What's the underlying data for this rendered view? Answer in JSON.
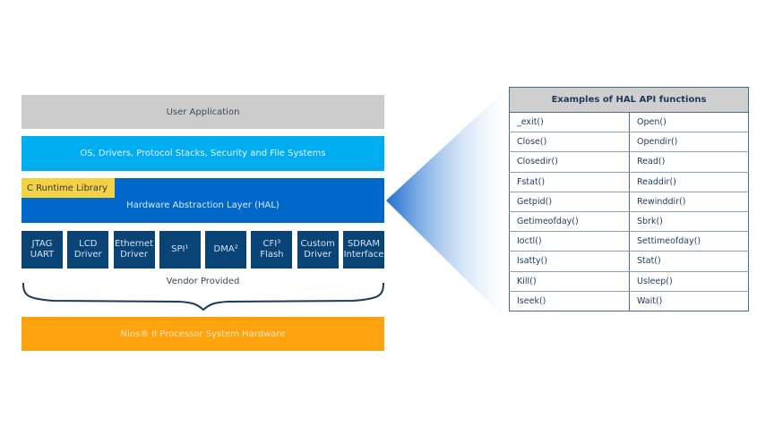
{
  "stack": {
    "user_application": "User Application",
    "os_layer": "OS, Drivers, Protocol Stacks, Security and File Systems",
    "c_runtime_library": "C Runtime Library",
    "hal_layer": "Hardware Abstraction Layer (HAL)",
    "drivers": [
      {
        "label": "JTAG\nUART"
      },
      {
        "label": "LCD\nDriver"
      },
      {
        "label": "Ethernet\nDriver"
      },
      {
        "label": "SPI¹"
      },
      {
        "label": "DMA²"
      },
      {
        "label": "CFI³\nFlash"
      },
      {
        "label": "Custom\nDriver"
      },
      {
        "label": "SDRAM\nInterface"
      }
    ],
    "vendor_provided": "Vendor Provided",
    "hardware": "Nios® II Processor System Hardware"
  },
  "colors": {
    "user_application": "#cccccc",
    "os_layer": "#00adef",
    "hal_layer": "#0068c8",
    "c_runtime_library": "#f3d246",
    "drivers": "#0a4477",
    "hardware": "#fda30f"
  },
  "api_table": {
    "title": "Examples of HAL API functions",
    "rows": [
      [
        "_exit()",
        "Open()"
      ],
      [
        "Close()",
        "Opendir()"
      ],
      [
        "Closedir()",
        "Read()"
      ],
      [
        "Fstat()",
        "Readdir()"
      ],
      [
        "Getpid()",
        "Rewinddir()"
      ],
      [
        "Getimeofday()",
        "Sbrk()"
      ],
      [
        "Ioctl()",
        "Settimeofday()"
      ],
      [
        "Isatty()",
        "Stat()"
      ],
      [
        "Kill()",
        "Usleep()"
      ],
      [
        "Iseek()",
        "Wait()"
      ]
    ]
  }
}
